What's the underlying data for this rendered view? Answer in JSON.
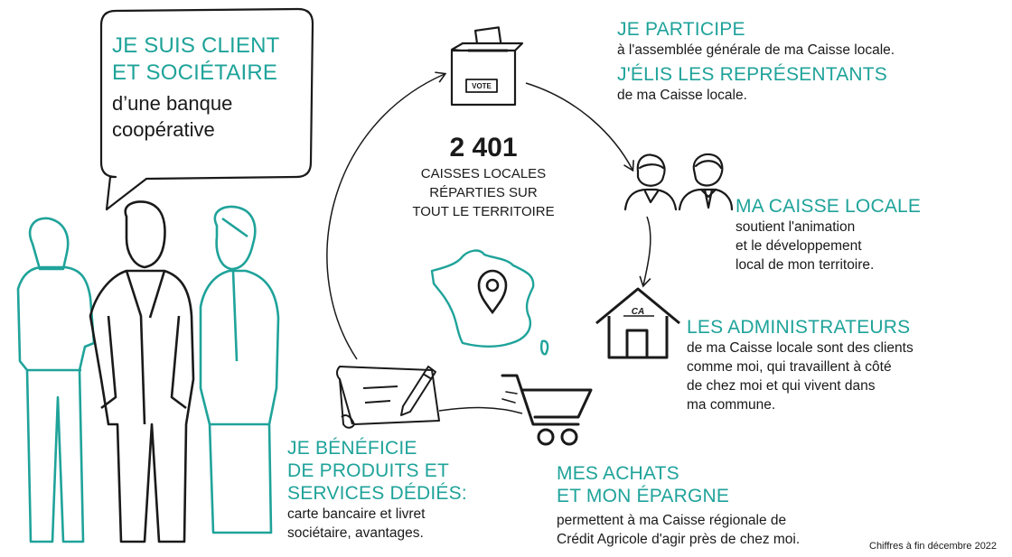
{
  "speech": {
    "title_line1": "JE SUIS CLIENT",
    "title_line2": "ET SOCIÉTAIRE",
    "text_line1": "d’une banque",
    "text_line2": "coopérative"
  },
  "center": {
    "count": "2 401",
    "line1": "CAISSES LOCALES",
    "line2": "RÉPARTIES SUR",
    "line3": "TOUT LE TERRITOIRE"
  },
  "ballot_label": "VOTE",
  "bank_logo": "CA",
  "participe": {
    "title": "JE PARTICIPE",
    "text": "à l'assemblée générale de ma Caisse locale.",
    "title2": "J'ÉLIS LES REPRÉSENTANTS",
    "text2": "de ma Caisse locale."
  },
  "caisse": {
    "title": "MA CAISSE LOCALE",
    "line1": "soutient l'animation",
    "line2": "et le développement",
    "line3": "local de mon territoire."
  },
  "admins": {
    "title": "LES ADMINISTRATEURS",
    "line1": "de ma Caisse locale sont des clients",
    "line2": "comme moi, qui travaillent à côté",
    "line3": "de chez moi et qui vivent dans",
    "line4": "ma commune."
  },
  "achats": {
    "title1": "MES ACHATS",
    "title2": "ET MON ÉPARGNE",
    "line1": "permettent à ma Caisse régionale de",
    "line2": "Crédit Agricole d'agir près de chez moi."
  },
  "beneficie": {
    "title1": "JE BÉNÉFICIE",
    "title2": "DE PRODUITS ET",
    "title3": "SERVICES DÉDIÉS:",
    "line1": "carte bancaire et livret",
    "line2": "sociétaire, avantages."
  },
  "footnote": "Chiffres à fin décembre 2022",
  "colors": {
    "accent": "#1fa39a",
    "ink": "#1a1a1a"
  }
}
